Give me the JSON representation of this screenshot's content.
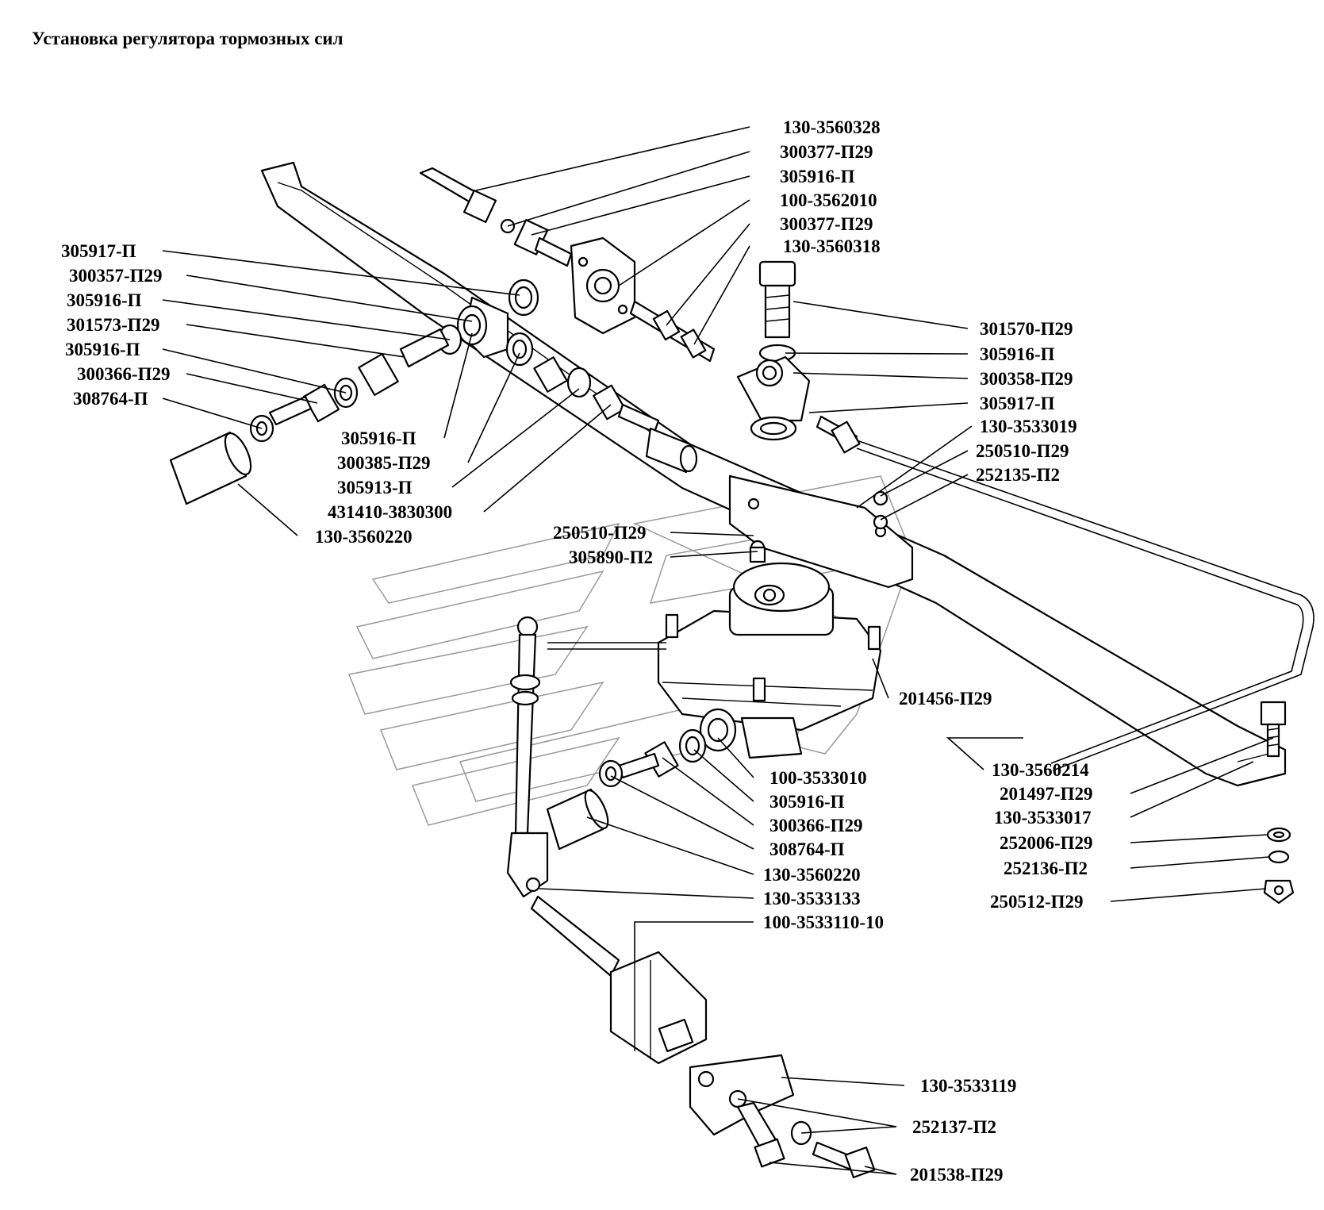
{
  "title": "Установка регулятора тормозных сил",
  "labels": [
    "130-3560328",
    "300377-П29",
    "305916-П",
    "100-3562010",
    "300377-П29",
    "130-3560318",
    "305917-П",
    "300357-П29",
    "305916-П",
    "301573-П29",
    "305916-П",
    "300366-П29",
    "308764-П",
    "301570-П29",
    "305916-П",
    "300358-П29",
    "305917-П",
    "130-3533019",
    "250510-П29",
    "252135-П2",
    "305916-П",
    "300385-П29",
    "305913-П",
    "431410-3830300",
    "130-3560220",
    "250510-П29",
    "305890-П2",
    "201456-П29",
    "130-3560214",
    "201497-П29",
    "130-3533017",
    "252006-П29",
    "252136-П2",
    "250512-П29",
    "100-3533010",
    "305916-П",
    "300366-П29",
    "308764-П",
    "130-3560220",
    "130-3533133",
    "100-3533110-10",
    "130-3533119",
    "252137-П2",
    "201538-П29"
  ]
}
